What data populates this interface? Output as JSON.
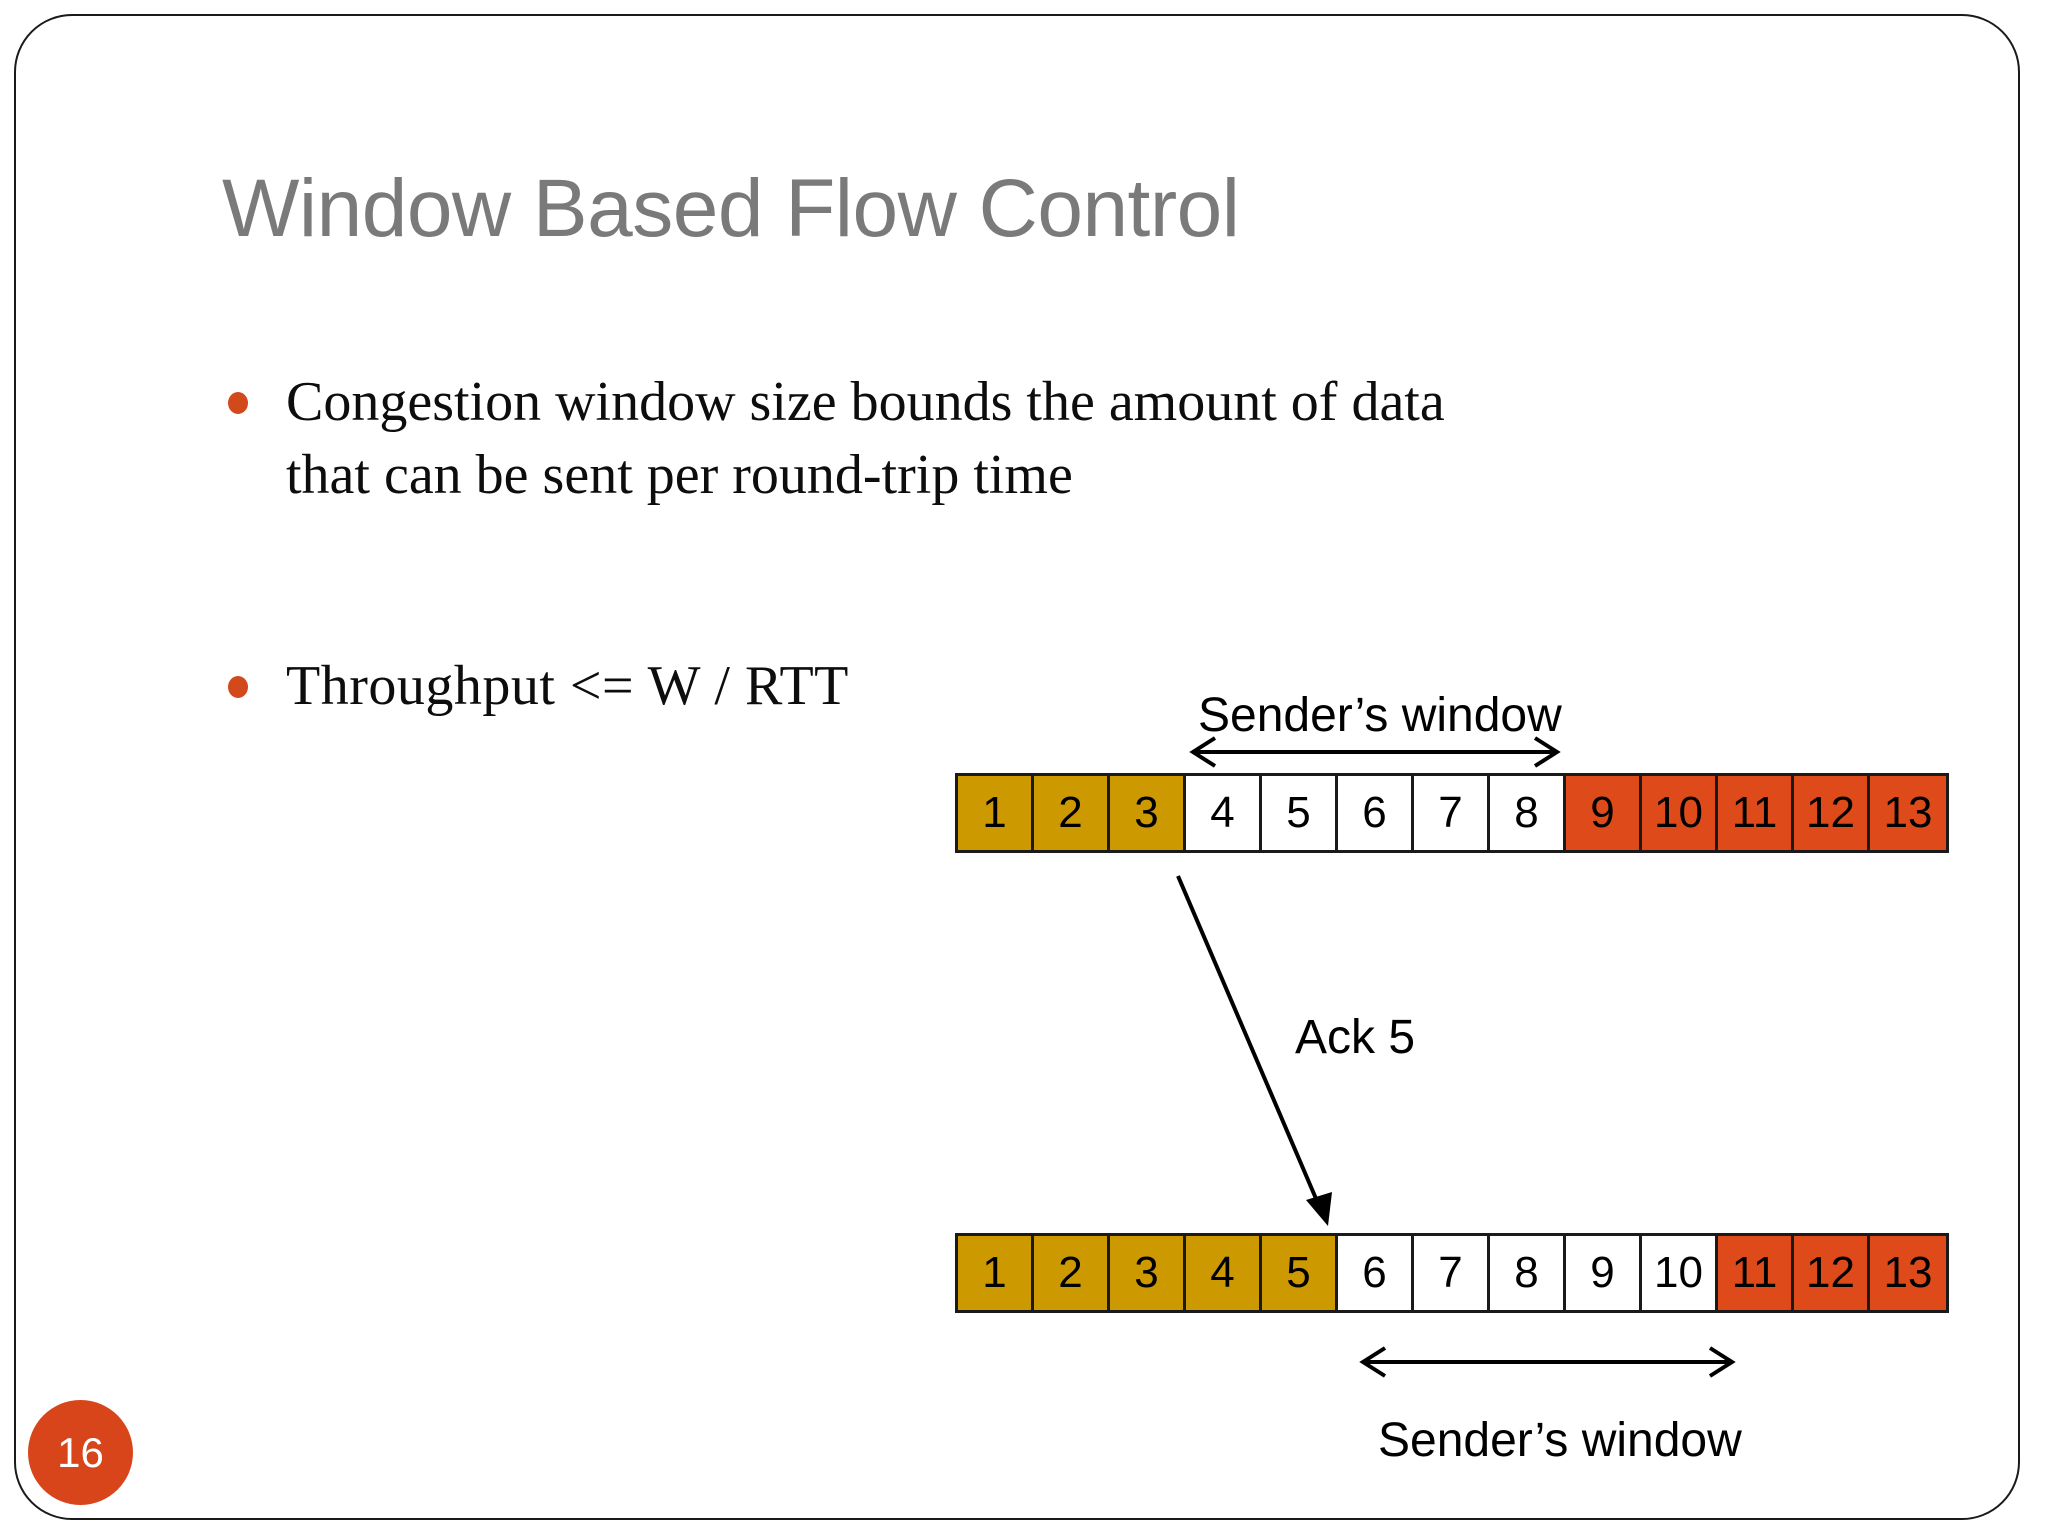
{
  "slide": {
    "title": "Window Based Flow Control",
    "page_number": "16",
    "title_color": "#7a7a7a",
    "accent_color": "#D2491B"
  },
  "bullets": [
    {
      "text": "Congestion window size bounds the amount of data that can be sent per round-trip time"
    },
    {
      "text": "Throughput  <=  W / RTT"
    }
  ],
  "diagram": {
    "acked_color": "#CC9900",
    "unsent_color": "#FFFFFF",
    "pending_color": "#DF4A1A",
    "ack_label": "Ack 5",
    "window_label_top": "Sender’s window",
    "window_label_bottom": "Sender’s window",
    "strips": [
      {
        "name": "before-ack",
        "cells": [
          {
            "label": "1",
            "state": "acked"
          },
          {
            "label": "2",
            "state": "acked"
          },
          {
            "label": "3",
            "state": "acked"
          },
          {
            "label": "4",
            "state": "unsent"
          },
          {
            "label": "5",
            "state": "unsent"
          },
          {
            "label": "6",
            "state": "unsent"
          },
          {
            "label": "7",
            "state": "unsent"
          },
          {
            "label": "8",
            "state": "unsent"
          },
          {
            "label": "9",
            "state": "pending"
          },
          {
            "label": "10",
            "state": "pending"
          },
          {
            "label": "11",
            "state": "pending"
          },
          {
            "label": "12",
            "state": "pending"
          },
          {
            "label": "13",
            "state": "pending"
          }
        ],
        "window_start_index": 3,
        "window_end_index": 7
      },
      {
        "name": "after-ack",
        "cells": [
          {
            "label": "1",
            "state": "acked"
          },
          {
            "label": "2",
            "state": "acked"
          },
          {
            "label": "3",
            "state": "acked"
          },
          {
            "label": "4",
            "state": "acked"
          },
          {
            "label": "5",
            "state": "acked"
          },
          {
            "label": "6",
            "state": "unsent"
          },
          {
            "label": "7",
            "state": "unsent"
          },
          {
            "label": "8",
            "state": "unsent"
          },
          {
            "label": "9",
            "state": "unsent"
          },
          {
            "label": "10",
            "state": "unsent"
          },
          {
            "label": "11",
            "state": "pending"
          },
          {
            "label": "12",
            "state": "pending"
          },
          {
            "label": "13",
            "state": "pending"
          }
        ],
        "window_start_index": 5,
        "window_end_index": 9
      }
    ]
  }
}
